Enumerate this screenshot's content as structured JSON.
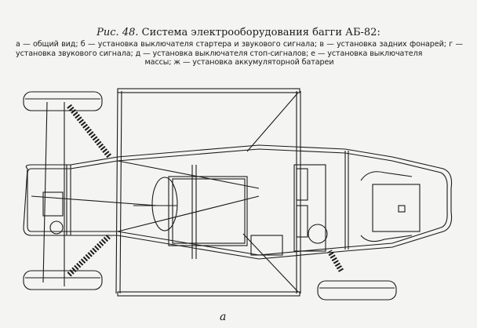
{
  "figure": {
    "number": "Рис. 48.",
    "title": "Система электрооборудования багги АБ-82:",
    "legend_line1": "а — общий вид; б — установка выключателя стартера и звукового сигнала; в — установка задних фонарей;",
    "legend_line2": "г — установка звукового сигнала; д — установка выключателя стоп-сигналов; е — установка выключателя",
    "legend_line3": "массы; ж — установка аккумуляторной батареи",
    "sublabel": "а"
  },
  "colors": {
    "ink": "#1a1a1a",
    "paper": "#f4f4f2"
  }
}
